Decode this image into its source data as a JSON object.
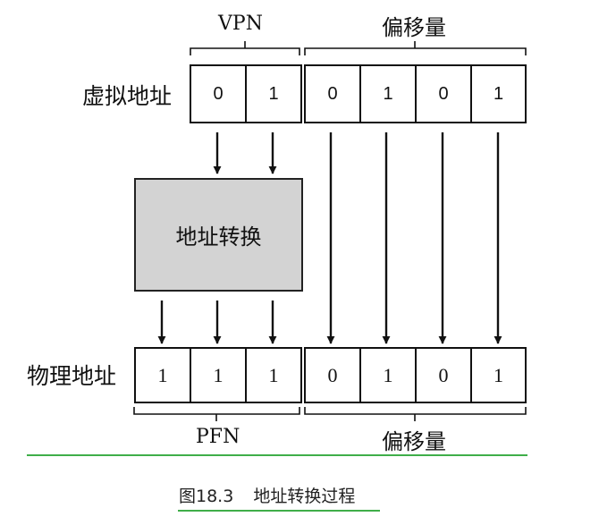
{
  "labels": {
    "vpn": "VPN",
    "offset_top": "偏移量",
    "virtual_address": "虚拟地址",
    "translation": "地址转换",
    "physical_address": "物理地址",
    "pfn": "PFN",
    "offset_bottom": "偏移量"
  },
  "virtual_bits": [
    "0",
    "1",
    "0",
    "1",
    "0",
    "1"
  ],
  "physical_bits": [
    "1",
    "1",
    "1",
    "0",
    "1",
    "0",
    "1"
  ],
  "caption": {
    "number": "图18.3",
    "title": "地址转换过程"
  },
  "colors": {
    "box_fill": "#d3d3d3",
    "accent_green": "#3fae49",
    "stroke": "#111111"
  }
}
